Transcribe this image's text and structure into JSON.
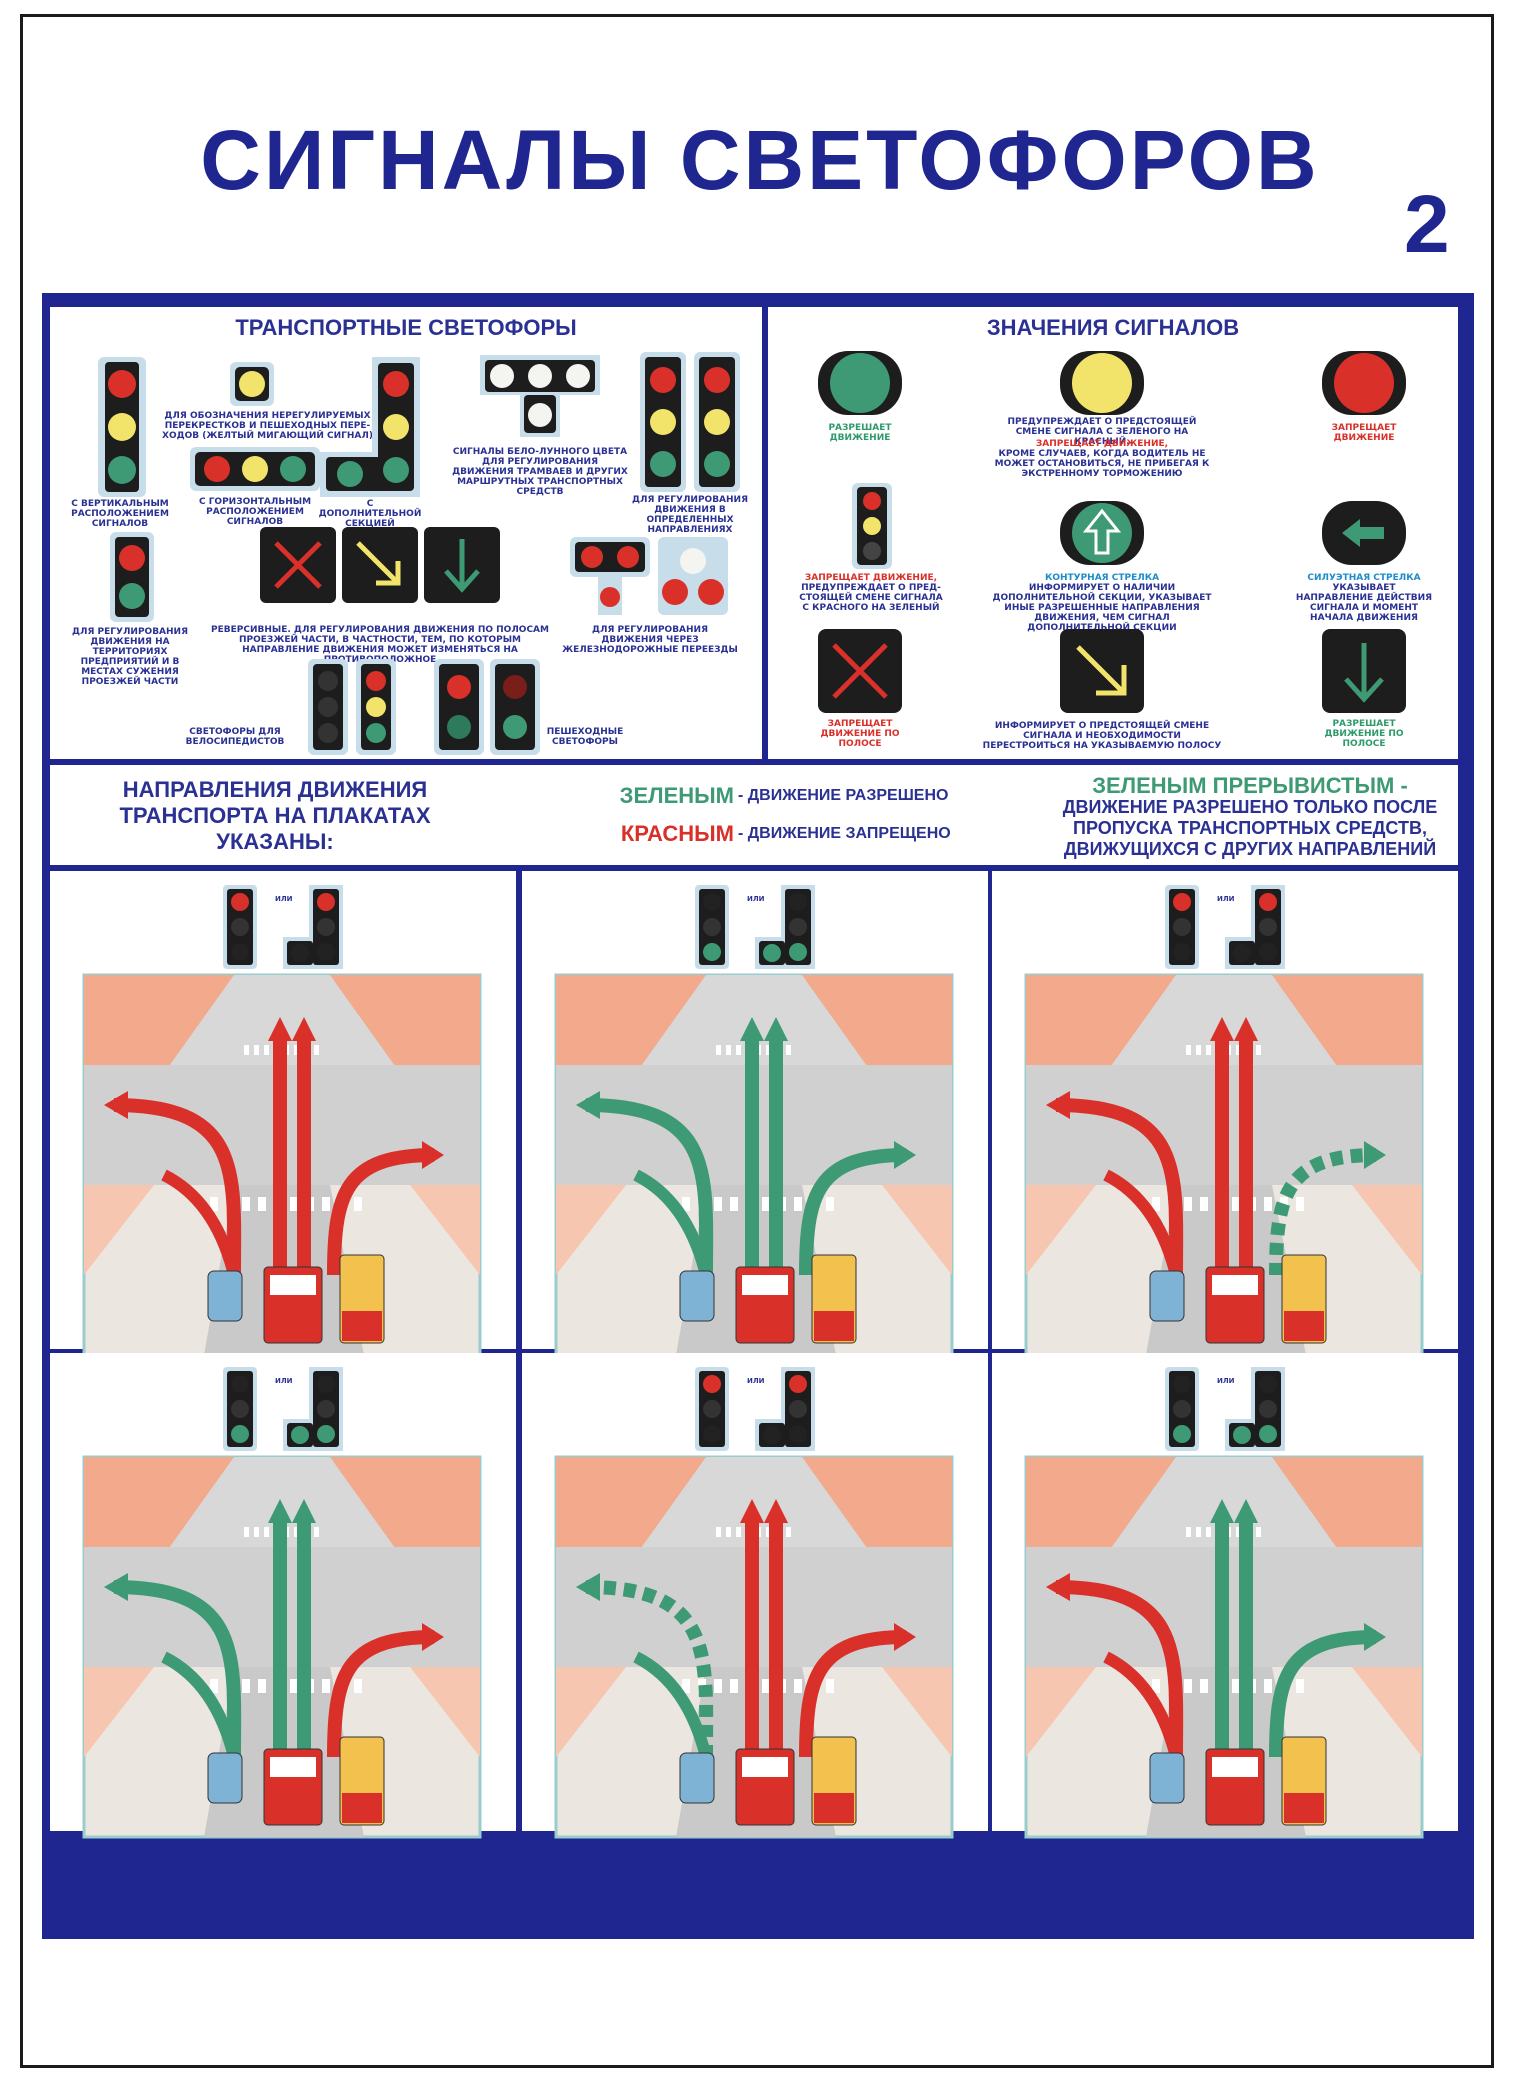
{
  "title": "СИГНАЛЫ СВЕТОФОРОВ",
  "page_number": "2",
  "transport": {
    "heading": "ТРАНСПОРТНЫЕ СВЕТОФОРЫ",
    "vertical": "С ВЕРТИКАЛЬНЫМ РАСПОЛОЖЕНИЕМ СИГНАЛОВ",
    "unregulated": "ДЛЯ ОБОЗНАЧЕНИЯ НЕРЕГУЛИРУЕМЫХ ПЕРЕКРЕСТКОВ И ПЕШЕХОДНЫХ ПЕРЕ-ХОДОВ (ЖЕЛТЫЙ МИГАЮЩИЙ СИГНАЛ)",
    "horizontal": "С ГОРИЗОНТАЛЬНЫМ РАСПОЛОЖЕНИЕМ СИГНАЛОВ",
    "additional": "С ДОПОЛНИТЕЛЬНОЙ СЕКЦИЕЙ",
    "tram": "СИГНАЛЫ БЕЛО-ЛУННОГО ЦВЕТА ДЛЯ РЕГУЛИРОВАНИЯ ДВИЖЕНИЯ ТРАМВАЕВ И ДРУГИХ МАРШРУТНЫХ ТРАНСПОРТНЫХ СРЕДСТВ",
    "directions": "ДЛЯ РЕГУЛИРОВАНИЯ ДВИЖЕНИЯ В ОПРЕДЕЛЕННЫХ НАПРАВЛЕНИЯХ",
    "territory": "ДЛЯ РЕГУЛИРОВАНИЯ ДВИЖЕНИЯ НА ТЕРРИТОРИЯХ ПРЕДПРИЯТИЙ И В МЕСТАХ СУЖЕНИЯ ПРОЕЗЖЕЙ ЧАСТИ",
    "reversible": "РЕВЕРСИВНЫЕ. ДЛЯ РЕГУЛИРОВАНИЯ ДВИЖЕНИЯ ПО ПОЛОСАМ ПРОЕЗЖЕЙ ЧАСТИ, В ЧАСТНОСТИ, ТЕМ, ПО КОТОРЫМ НАПРАВЛЕНИЕ ДВИЖЕНИЯ МОЖЕТ ИЗМЕНЯТЬСЯ НА ПРОТИВОПОЛОЖНОЕ",
    "railway": "ДЛЯ РЕГУЛИРОВАНИЯ ДВИЖЕНИЯ ЧЕРЕЗ ЖЕЛЕЗНОДОРОЖНЫЕ ПЕРЕЕЗДЫ",
    "bicycle": "СВЕТОФОРЫ ДЛЯ ВЕЛОСИПЕДИСТОВ",
    "pedestrian": "ПЕШЕХОДНЫЕ СВЕТОФОРЫ"
  },
  "meanings": {
    "heading": "ЗНАЧЕНИЯ СИГНАЛОВ",
    "green": "РАЗРЕШАЕТ ДВИЖЕНИЕ",
    "yellow_a": "ПРЕДУПРЕЖДАЕТ О ПРЕДСТОЯЩЕЙ СМЕНЕ СИГНАЛА С ЗЕЛЕНОГО НА КРАСНЫЙ.",
    "yellow_b": "ЗАПРЕЩАЕТ ДВИЖЕНИЕ,",
    "yellow_c": "КРОМЕ СЛУЧАЕВ, КОГДА ВОДИТЕЛЬ НЕ МОЖЕТ ОСТАНОВИТЬСЯ, НЕ ПРИБЕГАЯ К ЭКСТРЕННОМУ ТОРМОЖЕНИЮ",
    "red": "ЗАПРЕЩАЕТ ДВИЖЕНИЕ",
    "red_yellow_a": "ЗАПРЕЩАЕТ ДВИЖЕНИЕ,",
    "red_yellow_b": "ПРЕДУПРЕЖДАЕТ О ПРЕД-СТОЯЩЕЙ СМЕНЕ СИГНАЛА С КРАСНОГО НА ЗЕЛЕНЫЙ",
    "contour_a": "КОНТУРНАЯ СТРЕЛКА",
    "contour_b": "ИНФОРМИРУЕТ О НАЛИЧИИ ДОПОЛНИТЕЛЬНОЙ СЕКЦИИ, УКАЗЫВАЕТ ИНЫЕ РАЗРЕШЕННЫЕ НАПРАВЛЕНИЯ ДВИЖЕНИЯ, ЧЕМ СИГНАЛ ДОПОЛНИТЕЛЬНОЙ СЕКЦИИ",
    "silhouette_a": "СИЛУЭТНАЯ СТРЕЛКА",
    "silhouette_b": "УКАЗЫВАЕТ НАПРАВЛЕНИЕ ДЕЙСТВИЯ СИГНАЛА И МОМЕНТ НАЧАЛА ДВИЖЕНИЯ",
    "lane_forbid": "ЗАПРЕЩАЕТ ДВИЖЕНИЕ ПО ПОЛОСЕ",
    "lane_change": "ИНФОРМИРУЕТ О ПРЕДСТОЯЩЕЙ СМЕНЕ СИГНАЛА И НЕОБХОДИМОСТИ ПЕРЕСТРОИТЬСЯ НА УКАЗЫВАЕМУЮ ПОЛОСУ",
    "lane_allow": "РАЗРЕШАЕТ ДВИЖЕНИЕ ПО ПОЛОСЕ"
  },
  "legend": {
    "left": "НАПРАВЛЕНИЯ ДВИЖЕНИЯ ТРАНСПОРТА НА ПЛАКАТАХ УКАЗАНЫ:",
    "green_word": "ЗЕЛЕНЫМ",
    "green_text": "- ДВИЖЕНИЕ РАЗРЕШЕНО",
    "red_word": "КРАСНЫМ",
    "red_text": "- ДВИЖЕНИЕ ЗАПРЕЩЕНО",
    "dashed_word": "ЗЕЛЕНЫМ ПРЕРЫВИСТЫМ -",
    "dashed_text": "ДВИЖЕНИЕ РАЗРЕШЕНО ТОЛЬКО ПОСЛЕ ПРОПУСКА ТРАНСПОРТНЫХ СРЕДСТВ, ДВИЖУЩИХСЯ С ДРУГИХ НАПРАВЛЕНИЙ"
  },
  "or_word": "ИЛИ",
  "colors": {
    "navy": "#1f2690",
    "green": "#3e9a74",
    "red": "#d9302a",
    "yellow": "#f2e46a"
  },
  "scenes": [
    {
      "signal": "red",
      "arrows": [
        "red",
        "red",
        "red",
        "red"
      ]
    },
    {
      "signal": "green",
      "arrows": [
        "green",
        "green",
        "green",
        "green"
      ]
    },
    {
      "signal": "red-right",
      "arrows": [
        "red",
        "red",
        "red",
        "dashed"
      ]
    },
    {
      "signal": "green-left",
      "arrows": [
        "green",
        "green",
        "green",
        "red"
      ]
    },
    {
      "signal": "red-left",
      "arrows": [
        "dashed",
        "red",
        "red",
        "red"
      ]
    },
    {
      "signal": "green-straight",
      "arrows": [
        "red",
        "green",
        "green",
        "green"
      ]
    }
  ]
}
